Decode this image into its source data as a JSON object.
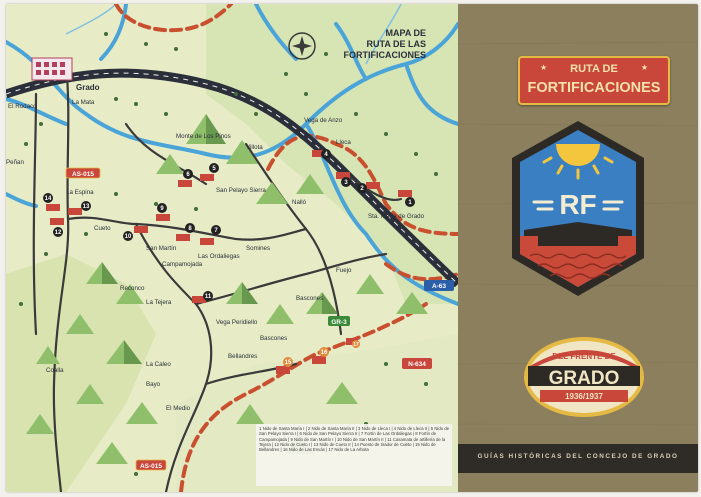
{
  "map": {
    "title_lines": [
      "MAPA DE",
      "RUTA DE LAS",
      "FORTIFICACIONES"
    ],
    "places": [
      {
        "name": "Grado"
      },
      {
        "name": "El Rodaco"
      },
      {
        "name": "La Mata"
      },
      {
        "name": "Peñan"
      },
      {
        "name": "La Espina"
      },
      {
        "name": "Cueto"
      },
      {
        "name": "San Martín"
      },
      {
        "name": "Monte de Los Pinos"
      },
      {
        "name": "Villota"
      },
      {
        "name": "San Pelayo Sierra"
      },
      {
        "name": "Vega de Anzo"
      },
      {
        "name": "Lleca"
      },
      {
        "name": "Nalló"
      },
      {
        "name": "Sta. María de Grado"
      },
      {
        "name": "Somines"
      },
      {
        "name": "Las Ordaliegas"
      },
      {
        "name": "Campamojada"
      },
      {
        "name": "Reconco"
      },
      {
        "name": "La Tejera"
      },
      {
        "name": "Fuejo"
      },
      {
        "name": "Bascones"
      },
      {
        "name": "Vega Peridiello"
      },
      {
        "name": "Bascones"
      },
      {
        "name": "Bellandres"
      },
      {
        "name": "La Caleo"
      },
      {
        "name": "Bayo"
      },
      {
        "name": "El Medio"
      },
      {
        "name": "Coalla"
      }
    ],
    "road_badges": [
      {
        "code": "AS-015"
      },
      {
        "code": "A-63"
      },
      {
        "code": "GR-3"
      },
      {
        "code": "N-634"
      },
      {
        "code": "AS-015"
      }
    ],
    "site_numbers": [
      "1",
      "2",
      "3",
      "4",
      "5",
      "6",
      "7",
      "8",
      "9",
      "10",
      "11",
      "12",
      "13",
      "14",
      "15",
      "16",
      "17"
    ],
    "legend": [
      "1 Nido de Santa María I",
      "2 Nido de Santa María II",
      "3 Nido de Lleca I",
      "4 Nido de Lleca II",
      "5 Nido de San Pelayo Sierra I",
      "6 Nido de San Pelayo Sierra II",
      "7 Fortín de Las Ordaliegas",
      "8 Fortín de Campamojada",
      "9 Nido de San Martín I",
      "10 Nido de San Martín II",
      "11 Casamata de artillería de la Tejera",
      "12 Nido de Cueto I",
      "13 Nido de Cueto II",
      "14 Puesto de tirador de Cueto",
      "15 Nido de Bellandres",
      "16 Nido de Las Envás",
      "17 Nido de La Arbota"
    ]
  },
  "cover": {
    "title_line1": "RUTA DE",
    "title_line2": "FORTIFICACIONES",
    "emblem_letters": "RF",
    "oval_top": "DEL FRENTE DE",
    "oval_main": "GRADO",
    "oval_years": "1936/1937",
    "footer": "GUÍAS HISTÓRICAS DEL CONCEJO DE GRADO"
  },
  "colors": {
    "map_bg": "#e8edc8",
    "river": "#4aa4d8",
    "highway": "#2b2f3a",
    "front_line": "#c8502f",
    "cover_bg": "#8b7f5d",
    "badge_red": "#c9463b",
    "emblem_blue": "#3a7fc2",
    "emblem_red": "#c94a38",
    "gold": "#e4b944"
  }
}
